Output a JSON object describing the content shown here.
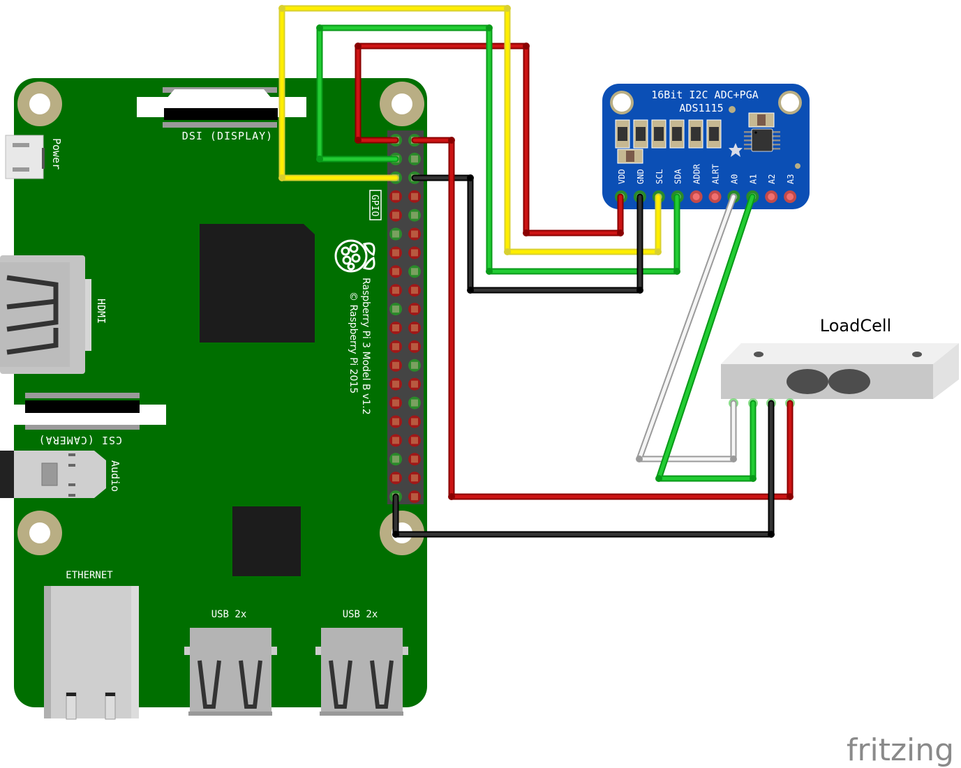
{
  "board": {
    "name": "Raspberry Pi 3 Model B v1.2",
    "model_text": "Raspberry Pi 3 Model B v1.2",
    "copyright_text": "© Raspberry Pi 2015",
    "labels": {
      "power": "Power",
      "dsi": "DSI (DISPLAY)",
      "hdmi": "HDMI",
      "csi": "CSI (CAMERA)",
      "audio": "Audio",
      "ethernet": "ETHERNET",
      "usb1": "USB 2x",
      "usb2": "USB 2x",
      "gpio": "GPIO"
    },
    "colors": {
      "pcb": "#006f00",
      "mount_ring": "#b9ae84",
      "chip": "#1c1c1c",
      "header": "#444444"
    }
  },
  "adc": {
    "title_line1": "16Bit I2C ADC+PGA",
    "title_line2": "ADS1115",
    "pins": [
      "VDD",
      "GND",
      "SCL",
      "SDA",
      "ADDR",
      "ALRT",
      "A0",
      "A1",
      "A2",
      "A3"
    ],
    "colors": {
      "board": "#0b4fb5"
    }
  },
  "loadcell": {
    "label": "LoadCell"
  },
  "wires": [
    {
      "name": "vdd-wire",
      "color": "#cc1414",
      "from": "GPIO pin 1 (3.3V)",
      "to": "ADS1115 VDD"
    },
    {
      "name": "sda-wire",
      "color": "#22cc33",
      "from": "GPIO pin 3 (SDA)",
      "to": "ADS1115 SDA"
    },
    {
      "name": "scl-wire",
      "color": "#ffee00",
      "from": "GPIO pin 5 (SCL)",
      "to": "ADS1115 SCL"
    },
    {
      "name": "gnd-wire",
      "color": "#333333",
      "from": "GPIO pin 6 (GND)",
      "to": "ADS1115 GND"
    },
    {
      "name": "a0-wire",
      "color": "#f5f5f5",
      "from": "ADS1115 A0",
      "to": "LoadCell white"
    },
    {
      "name": "a1-wire",
      "color": "#22cc33",
      "from": "ADS1115 A1",
      "to": "LoadCell green"
    },
    {
      "name": "lc-red-wire",
      "color": "#cc1414",
      "from": "GPIO pin 2 (5V)",
      "to": "LoadCell red"
    },
    {
      "name": "lc-black-wire",
      "color": "#333333",
      "from": "GPIO pin 39 (GND)",
      "to": "LoadCell black"
    }
  ],
  "watermark": "fritzing"
}
